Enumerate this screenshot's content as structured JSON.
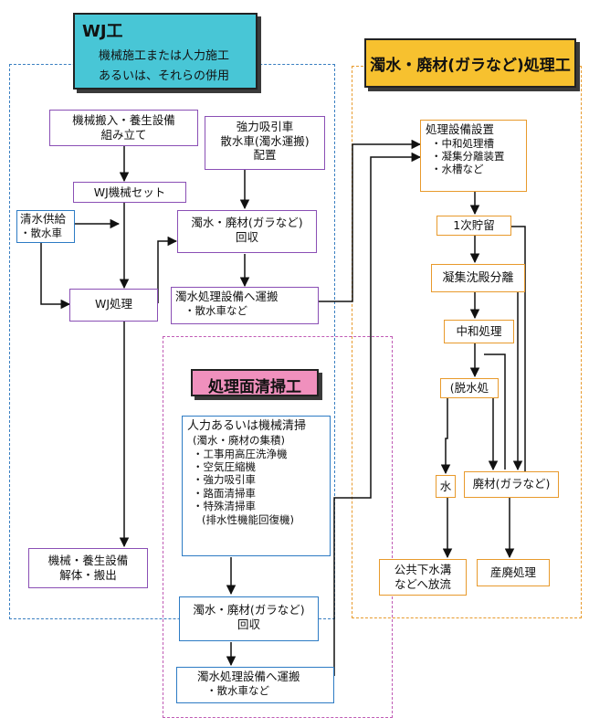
{
  "titles": {
    "wj": {
      "name": "WJ工",
      "sub1": "機械施工または人力施工",
      "sub2": "あるいは、それらの併用"
    },
    "treatment": "濁水・廃材(ガラなど)処理工",
    "cleaning": "処理面清掃工"
  },
  "wj_flow": {
    "setup": [
      "機械搬入・養生設備",
      "組み立て"
    ],
    "machine_set": "WJ機械セット",
    "water_supply": [
      "清水供給",
      "・散水車"
    ],
    "wj_process": "WJ処理",
    "teardown": [
      "機械・養生設備",
      "解体・搬出"
    ],
    "suction": [
      "強力吸引車",
      "散水車(濁水運搬)",
      "配置"
    ],
    "collect": [
      "濁水・廃材(ガラなど)",
      "回収"
    ],
    "transport": [
      "濁水処理設備へ運搬",
      "・散水車など"
    ]
  },
  "clean_flow": {
    "manual": {
      "title": "人力あるいは機械清掃",
      "sub": "(濁水・廃材の集積)",
      "items": [
        "・工事用高圧洗浄機",
        "・空気圧縮機",
        "・強力吸引車",
        "・路面清掃車",
        "・特殊清掃車",
        "(排水性機能回復機)"
      ]
    },
    "collect": [
      "濁水・廃材(ガラなど)",
      "回収"
    ],
    "transport": [
      "濁水処理設備へ運搬",
      "・散水車など"
    ]
  },
  "treat_flow": {
    "facility": [
      "処理設備設置",
      "・中和処理槽",
      "・凝集分離装置",
      "・水槽など"
    ],
    "storage": "1次貯留",
    "coagulation": "凝集沈殿分離",
    "neutralize": "中和処理",
    "dewater": "(脱水処",
    "water": "水",
    "waste": "廃材(ガラなど)",
    "discharge": [
      "公共下水溝",
      "などへ放流"
    ],
    "industrial": "産廃処理"
  },
  "colors": {
    "wj_title_bg": "#48c6d6",
    "treat_title_bg": "#f7c12f",
    "clean_title_bg": "#f090bd",
    "purple": "#8a4fb5",
    "blue": "#2d7bc4",
    "orange": "#e89a2c"
  }
}
